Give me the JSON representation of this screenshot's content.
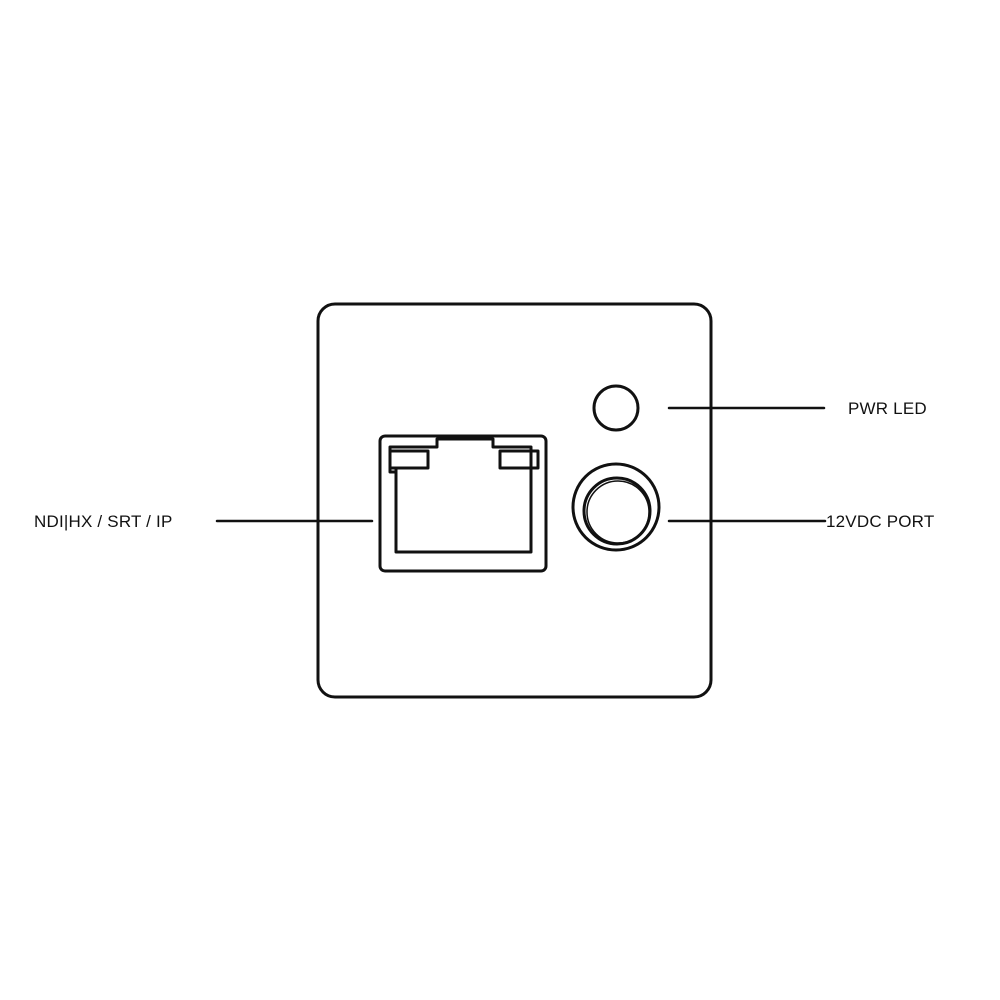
{
  "diagram": {
    "subject": "device rear panel",
    "stroke_color": "#111111",
    "background_color": "#ffffff",
    "components": [
      {
        "id": "ethernet-port",
        "shape": "rj45-jack"
      },
      {
        "id": "power-led",
        "shape": "circle"
      },
      {
        "id": "dc-power-port",
        "shape": "double-circle"
      }
    ],
    "callouts": [
      {
        "id": "ndi",
        "label": "NDI|HX / SRT / IP",
        "target": "ethernet-port",
        "side": "left"
      },
      {
        "id": "pwr",
        "label": "PWR LED",
        "target": "power-led",
        "side": "right"
      },
      {
        "id": "dc",
        "label": "12VDC PORT",
        "target": "dc-power-port",
        "side": "right"
      }
    ]
  }
}
